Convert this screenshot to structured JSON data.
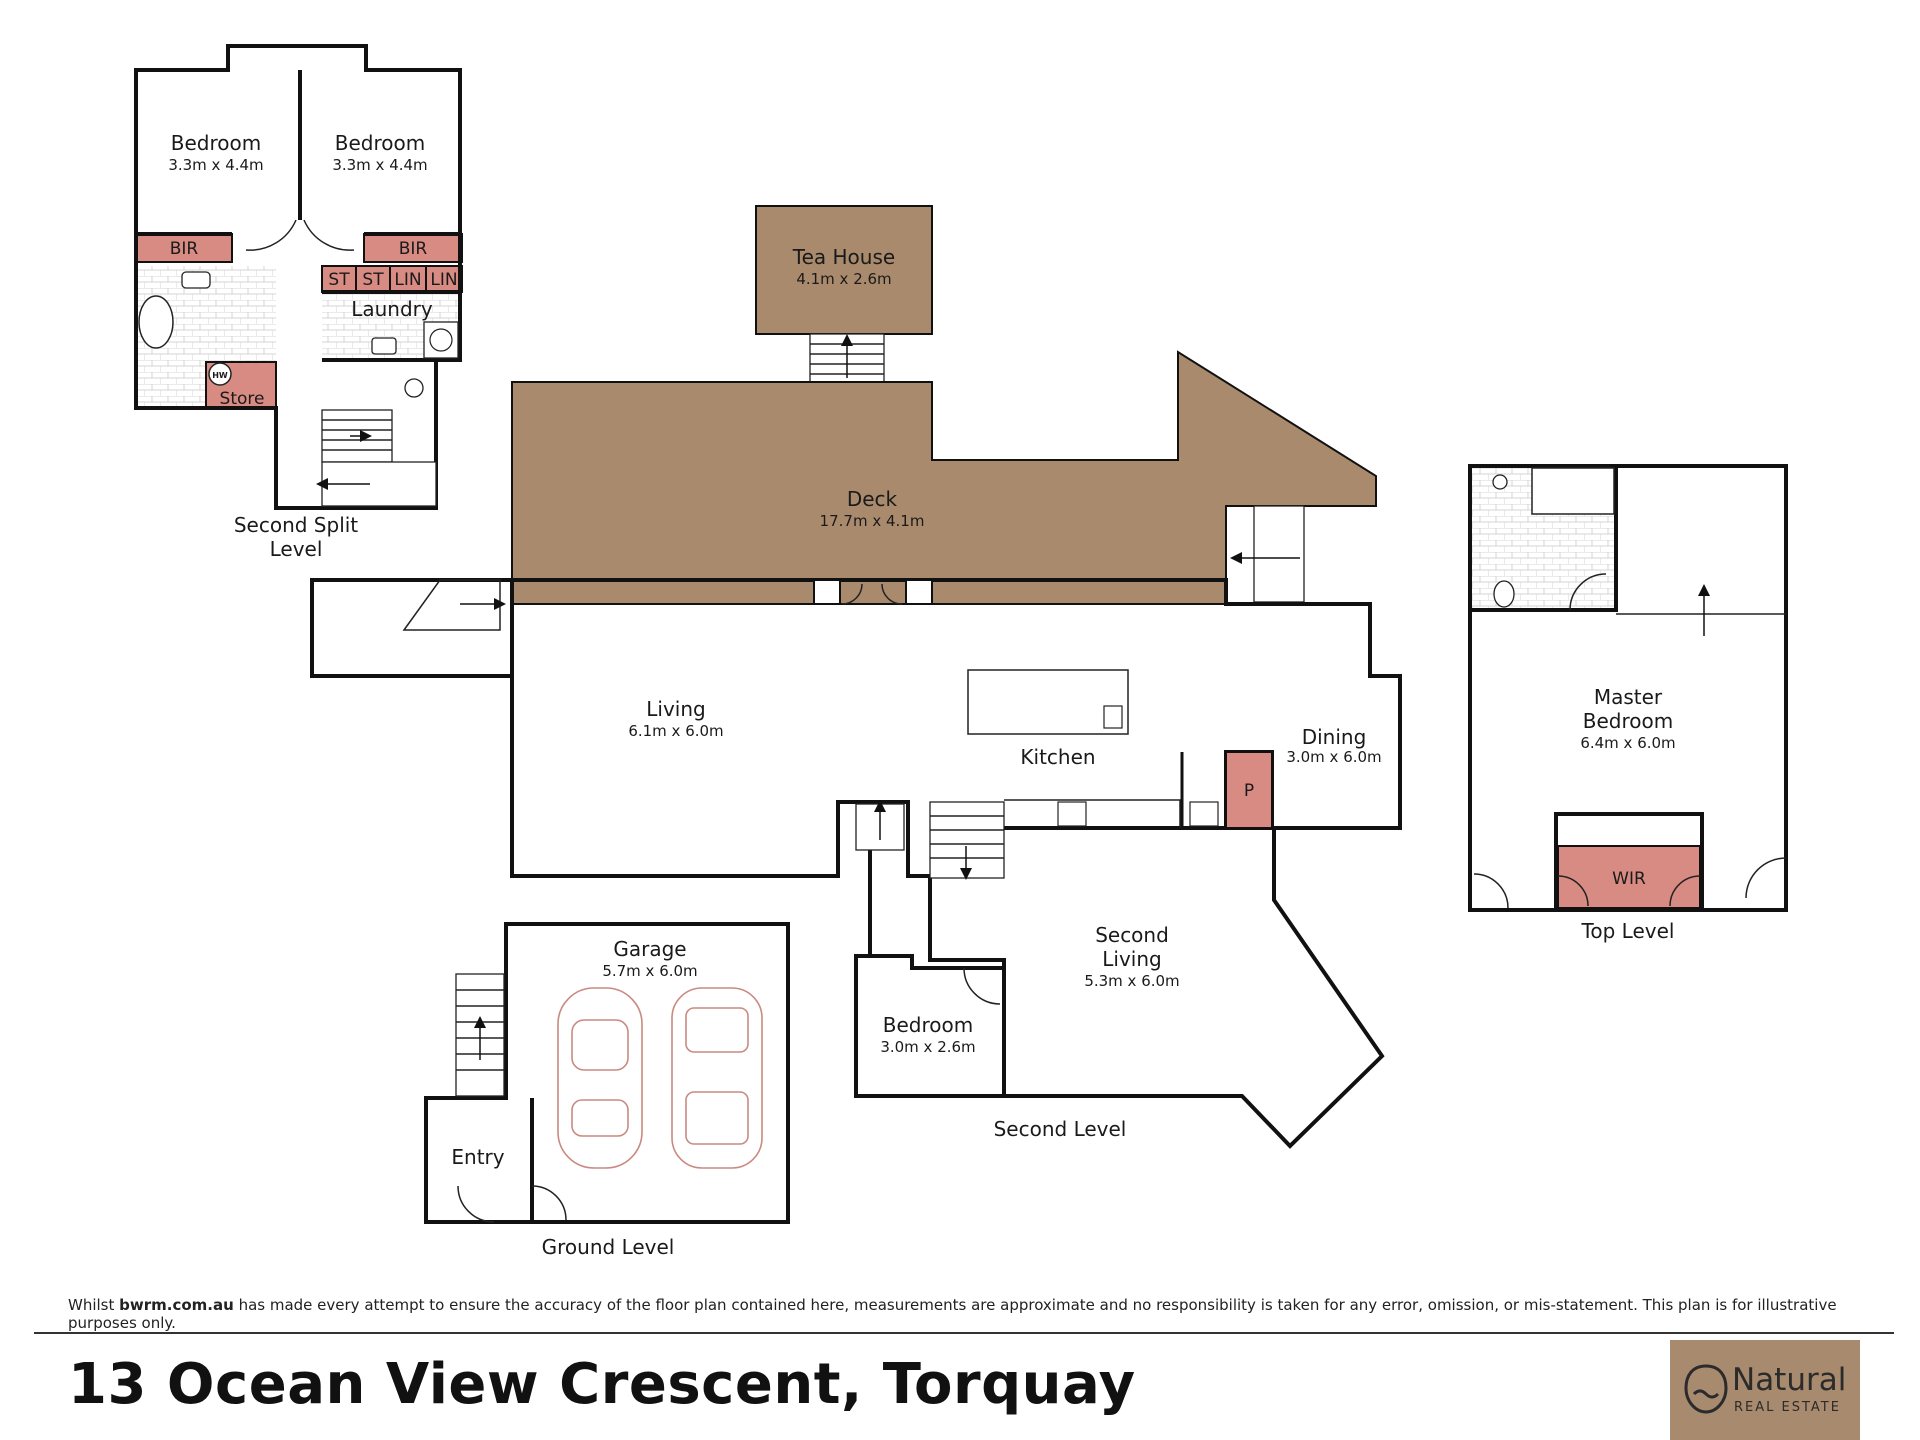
{
  "colors": {
    "wall": "#111111",
    "deck": "#a98a6d",
    "built_in": "#d88b82",
    "car_outline": "#c98a80",
    "logo_bg": "#a88a6e"
  },
  "rooms": {
    "bedroom_left": {
      "name": "Bedroom",
      "dims": "3.3m x 4.4m"
    },
    "bedroom_right": {
      "name": "Bedroom",
      "dims": "3.3m x 4.4m"
    },
    "laundry": {
      "name": "Laundry"
    },
    "store": {
      "name": "Store"
    },
    "tea_house": {
      "name": "Tea House",
      "dims": "4.1m x 2.6m"
    },
    "deck": {
      "name": "Deck",
      "dims": "17.7m x 4.1m"
    },
    "living": {
      "name": "Living",
      "dims": "6.1m x 6.0m"
    },
    "kitchen": {
      "name": "Kitchen"
    },
    "dining": {
      "name": "Dining",
      "dims": "3.0m x 6.0m"
    },
    "second_living": {
      "name_line1": "Second",
      "name_line2": "Living",
      "dims": "5.3m x 6.0m"
    },
    "bedroom_lower": {
      "name": "Bedroom",
      "dims": "3.0m x 2.6m"
    },
    "garage": {
      "name": "Garage",
      "dims": "5.7m x 6.0m"
    },
    "entry": {
      "name": "Entry"
    },
    "master_bedroom": {
      "name_line1": "Master",
      "name_line2": "Bedroom",
      "dims": "6.4m x 6.0m"
    }
  },
  "tags": {
    "bir_left": "BIR",
    "bir_right": "BIR",
    "st1": "ST",
    "st2": "ST",
    "lin1": "LIN",
    "lin2": "LIN",
    "pantry": "P",
    "wir": "WIR",
    "hot_water": "HW"
  },
  "levels": {
    "second_split_line1": "Second Split",
    "second_split_line2": "Level",
    "second": "Second Level",
    "ground": "Ground Level",
    "top": "Top Level"
  },
  "footer": {
    "disclaimer_before": "Whilst ",
    "disclaimer_site": "bwrm.com.au",
    "disclaimer_after": " has made every attempt to ensure the accuracy of the floor plan contained here, measurements are approximate and no responsibility is taken for any error, omission, or mis-statement. This plan is for illustrative purposes only.",
    "address": "13 Ocean View Crescent, Torquay",
    "logo_word": "Natural",
    "logo_sub": "REAL ESTATE"
  },
  "icons": [
    "up-arrow-icon",
    "stair-arrow-icon",
    "car-icon",
    "door-swing-icon",
    "sink-icon",
    "toilet-icon",
    "bath-icon",
    "logo-mark-icon"
  ]
}
